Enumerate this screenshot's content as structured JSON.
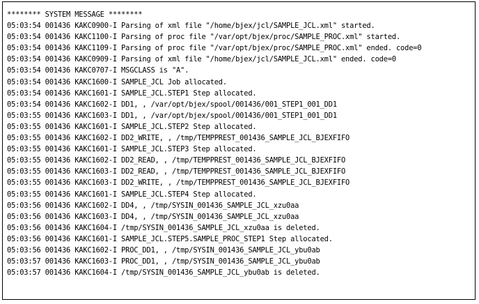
{
  "console": {
    "lines": [
      "******** SYSTEM MESSAGE ********",
      "05:03:54 001436 KAKC0900-I Parsing of xml file \"/home/bjex/jcl/SAMPLE_JCL.xml\" started.",
      "05:03:54 001436 KAKC1100-I Parsing of proc file \"/var/opt/bjex/proc/SAMPLE_PROC.xml\" started.",
      "05:03:54 001436 KAKC1109-I Parsing of proc file \"/var/opt/bjex/proc/SAMPLE_PROC.xml\" ended. code=0",
      "05:03:54 001436 KAKC0909-I Parsing of xml file \"/home/bjex/jcl/SAMPLE_JCL.xml\" ended. code=0",
      "05:03:54 001436 KAKC0707-I MSGCLASS is \"A\".",
      "05:03:54 001436 KAKC1600-I SAMPLE_JCL Job allocated.",
      "05:03:54 001436 KAKC1601-I SAMPLE_JCL.STEP1 Step allocated.",
      "05:03:54 001436 KAKC1602-I DD1, , /var/opt/bjex/spool/001436/001_STEP1_001_DD1",
      "05:03:55 001436 KAKC1603-I DD1, , /var/opt/bjex/spool/001436/001_STEP1_001_DD1",
      "05:03:55 001436 KAKC1601-I SAMPLE_JCL.STEP2 Step allocated.",
      "05:03:55 001436 KAKC1602-I DD2_WRITE, , /tmp/TEMPPREST_001436_SAMPLE_JCL_BJEXFIFO",
      "05:03:55 001436 KAKC1601-I SAMPLE_JCL.STEP3 Step allocated.",
      "05:03:55 001436 KAKC1602-I DD2_READ, , /tmp/TEMPPREST_001436_SAMPLE_JCL_BJEXFIFO",
      "05:03:55 001436 KAKC1603-I DD2_READ, , /tmp/TEMPPREST_001436_SAMPLE_JCL_BJEXFIFO",
      "05:03:55 001436 KAKC1603-I DD2_WRITE, , /tmp/TEMPPREST_001436_SAMPLE_JCL_BJEXFIFO",
      "05:03:55 001436 KAKC1601-I SAMPLE_JCL.STEP4 Step allocated.",
      "05:03:56 001436 KAKC1602-I DD4, , /tmp/SYSIN_001436_SAMPLE_JCL_xzu0aa",
      "05:03:56 001436 KAKC1603-I DD4, , /tmp/SYSIN_001436_SAMPLE_JCL_xzu0aa",
      "05:03:56 001436 KAKC1604-I /tmp/SYSIN_001436_SAMPLE_JCL_xzu0aa is deleted.",
      "05:03:56 001436 KAKC1601-I SAMPLE_JCL.STEP5.SAMPLE_PROC_STEP1 Step allocated.",
      "05:03:56 001436 KAKC1602-I PROC_DD1, , /tmp/SYSIN_001436_SAMPLE_JCL_ybu0ab",
      "05:03:57 001436 KAKC1603-I PROC_DD1, , /tmp/SYSIN_001436_SAMPLE_JCL_ybu0ab",
      "05:03:57 001436 KAKC1604-I /tmp/SYSIN_001436_SAMPLE_JCL_ybu0ab is deleted."
    ]
  }
}
